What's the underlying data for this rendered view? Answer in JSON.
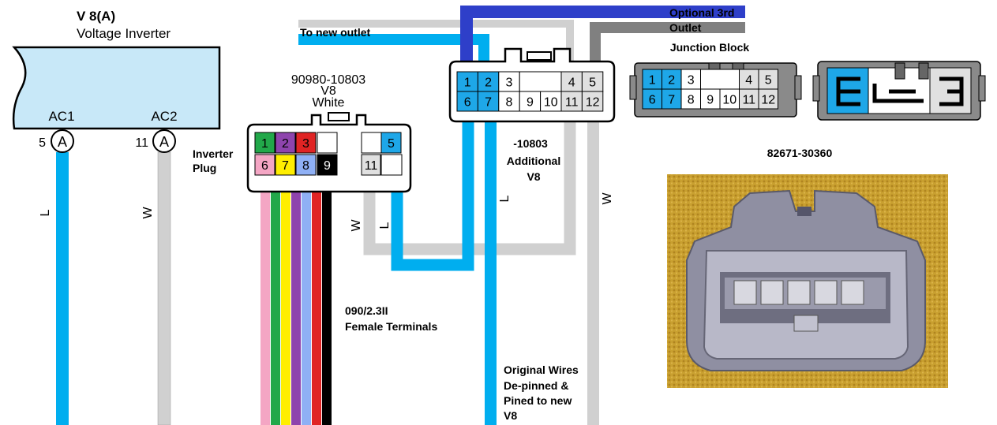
{
  "inverter": {
    "code": "V 8(A)",
    "name": "Voltage Inverter",
    "pins": [
      {
        "name": "AC1",
        "number": "5",
        "letter": "A",
        "wire": "L"
      },
      {
        "name": "AC2",
        "number": "11",
        "letter": "A",
        "wire": "W"
      }
    ]
  },
  "plug": {
    "part": "90980-10803",
    "model": "V8",
    "color_name": "White",
    "label_line1": "Inverter",
    "label_line2": "Plug",
    "terminals_line1": "090/2.3II",
    "terminals_line2": "Female Terminals",
    "cells": [
      {
        "label": "1",
        "fill": "#22a84a",
        "text_color": "#000000"
      },
      {
        "label": "2",
        "fill": "#8e44ad",
        "text_color": "#000000"
      },
      {
        "label": "3",
        "fill": "#e02424",
        "text_color": "#000000"
      },
      {
        "label": "",
        "fill": "#ffffff",
        "text_color": "#000000"
      },
      {
        "label": "",
        "fill": "#ffffff",
        "text_color": "#000000"
      },
      {
        "label": "5",
        "fill": "#1ea7e8",
        "text_color": "#000000"
      },
      {
        "label": "6",
        "fill": "#f4a6c4",
        "text_color": "#000000"
      },
      {
        "label": "7",
        "fill": "#ffee00",
        "text_color": "#000000"
      },
      {
        "label": "8",
        "fill": "#8fb0f5",
        "text_color": "#000000"
      },
      {
        "label": "9",
        "fill": "#000000",
        "text_color": "#ffffff"
      },
      {
        "label": "11",
        "fill": "#e0e0e0",
        "text_color": "#000000"
      },
      {
        "label": "",
        "fill": "#ffffff",
        "text_color": "#000000"
      }
    ],
    "wire_colors": [
      "#f4a6c4",
      "#22a84a",
      "#ffee00",
      "#8e44ad",
      "#8fb0f5",
      "#e02424",
      "#000000"
    ]
  },
  "additional": {
    "label_line1": "-10803",
    "label_line2": "Additional",
    "label_line3": "V8",
    "cells": [
      {
        "label": "1",
        "fill": "#1ea7e8"
      },
      {
        "label": "2",
        "fill": "#1ea7e8"
      },
      {
        "label": "3",
        "fill": "#ffffff"
      },
      {
        "label": "",
        "fill": "#ffffff"
      },
      {
        "label": "4",
        "fill": "#e0e0e0"
      },
      {
        "label": "5",
        "fill": "#e0e0e0"
      },
      {
        "label": "6",
        "fill": "#1ea7e8"
      },
      {
        "label": "7",
        "fill": "#1ea7e8"
      },
      {
        "label": "8",
        "fill": "#ffffff"
      },
      {
        "label": "9",
        "fill": "#ffffff"
      },
      {
        "label": "10",
        "fill": "#ffffff"
      },
      {
        "label": "11",
        "fill": "#e0e0e0"
      },
      {
        "label": "12",
        "fill": "#e0e0e0"
      }
    ]
  },
  "junction": {
    "title": "Junction Block",
    "cells": [
      {
        "label": "1",
        "fill": "#1ea7e8"
      },
      {
        "label": "2",
        "fill": "#1ea7e8"
      },
      {
        "label": "3",
        "fill": "#ffffff"
      },
      {
        "label": "",
        "fill": "#ffffff"
      },
      {
        "label": "4",
        "fill": "#e0e0e0"
      },
      {
        "label": "5",
        "fill": "#e0e0e0"
      },
      {
        "label": "6",
        "fill": "#1ea7e8"
      },
      {
        "label": "7",
        "fill": "#1ea7e8"
      },
      {
        "label": "8",
        "fill": "#ffffff"
      },
      {
        "label": "9",
        "fill": "#ffffff"
      },
      {
        "label": "10",
        "fill": "#ffffff"
      },
      {
        "label": "11",
        "fill": "#e0e0e0"
      },
      {
        "label": "12",
        "fill": "#e0e0e0"
      }
    ]
  },
  "labels": {
    "to_new_outlet": "To new outlet",
    "optional_line1": "Optional 3rd",
    "optional_line2": "Outlet",
    "wire_l": "L",
    "wire_w": "W",
    "original_line1": "Original Wires",
    "original_line2": "De-pinned &",
    "original_line3": "Pined to new",
    "original_line4": "V8",
    "photo_part": "82671-30360"
  },
  "colors": {
    "blue_wire": "#00aeef",
    "white_wire": "#d0d0d0",
    "inverter_fill": "#c8e8f8",
    "dark_blue": "#2e3fc9",
    "gray_wire": "#808080",
    "connector_gray": "#8a8a8a"
  }
}
